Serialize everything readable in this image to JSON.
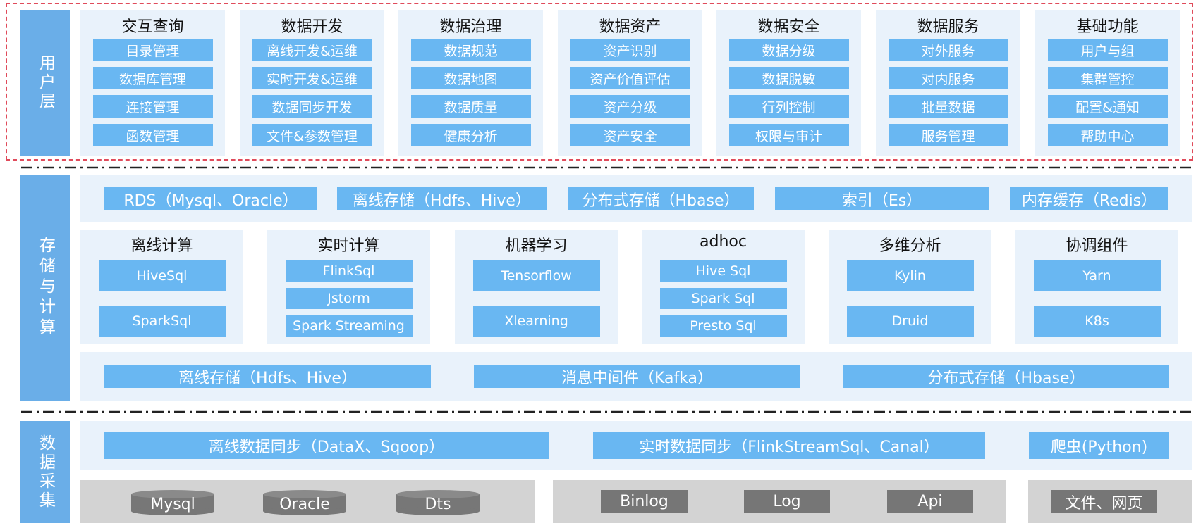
{
  "layers": {
    "user": "用户层",
    "storage": "存储与计算",
    "collect": "数据采集"
  },
  "user_modules": [
    {
      "title": "交互查询",
      "items": [
        "目录管理",
        "数据库管理",
        "连接管理",
        "函数管理"
      ]
    },
    {
      "title": "数据开发",
      "items": [
        "离线开发&运维",
        "实时开发&运维",
        "数据同步开发",
        "文件&参数管理"
      ]
    },
    {
      "title": "数据治理",
      "items": [
        "数据规范",
        "数据地图",
        "数据质量",
        "健康分析"
      ]
    },
    {
      "title": "数据资产",
      "items": [
        "资产识别",
        "资产价值评估",
        "资产分级",
        "资产安全"
      ]
    },
    {
      "title": "数据安全",
      "items": [
        "数据分级",
        "数据脱敏",
        "行列控制",
        "权限与审计"
      ]
    },
    {
      "title": "数据服务",
      "items": [
        "对外服务",
        "对内服务",
        "批量数据",
        "服务管理"
      ]
    },
    {
      "title": "基础功能",
      "items": [
        "用户与组",
        "集群管控",
        "配置&通知",
        "帮助中心"
      ]
    }
  ],
  "storage_top": [
    "RDS（Mysql、Oracle）",
    "离线存储（Hdfs、Hive）",
    "分布式存储（Hbase）",
    "索引（Es）",
    "内存缓存（Redis）"
  ],
  "compute": [
    {
      "title": "离线计算",
      "items": [
        "HiveSql",
        "SparkSql"
      ]
    },
    {
      "title": "实时计算",
      "items": [
        "FlinkSql",
        "Jstorm",
        "Spark Streaming"
      ]
    },
    {
      "title": "机器学习",
      "items": [
        "Tensorflow",
        "Xlearning"
      ]
    },
    {
      "title": "adhoc",
      "items": [
        "Hive Sql",
        "Spark Sql",
        "Presto Sql"
      ]
    },
    {
      "title": "多维分析",
      "items": [
        "Kylin",
        "Druid"
      ]
    },
    {
      "title": "协调组件",
      "items": [
        "Yarn",
        "K8s"
      ]
    }
  ],
  "storage_bottom": [
    "离线存储（Hdfs、Hive）",
    "消息中间件（Kafka）",
    "分布式存储（Hbase）"
  ],
  "sync": [
    "离线数据同步（DataX、Sqoop）",
    "实时数据同步（FlinkStreamSql、Canal）",
    "爬虫(Python)"
  ],
  "sources_db": [
    "Mysql",
    "Oracle",
    "Dts"
  ],
  "sources_log": [
    "Binlog",
    "Log",
    "Api"
  ],
  "sources_file": [
    "文件、网页"
  ],
  "colors": {
    "panel": "#e9f2fb",
    "label": "#6aaee8",
    "button": "#69b7f2",
    "source_panel": "#d3d3d3",
    "source_button": "#767676",
    "dash_red": "#e04b5b"
  }
}
